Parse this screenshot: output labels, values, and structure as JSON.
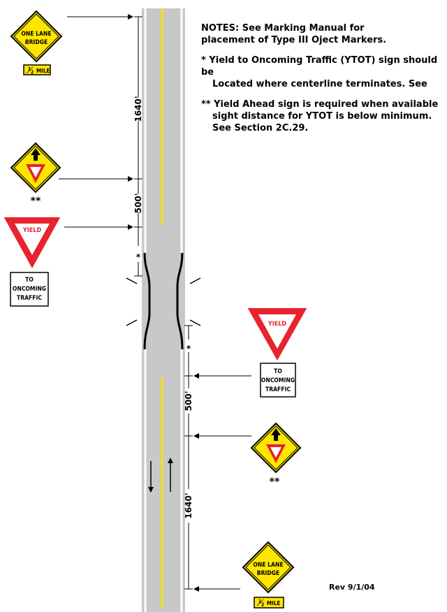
{
  "notes": {
    "line1": "NOTES: See Marking Manual for",
    "line2": "placement of Type III Oject Markers.",
    "ytot_line1": "* Yield to Oncoming Traffic (YTOT) sign should be",
    "ytot_line2": "Located where centerline terminates. See",
    "ahead_line1": "** Yield Ahead sign is required when available",
    "ahead_line2": "sight distance for  YTOT is below minimum.",
    "ahead_line3": "See Section 2C.29."
  },
  "revision": "Rev 9/1/04",
  "signs": {
    "one_lane_line1": "ONE LANE",
    "one_lane_line2": "BRIDGE",
    "half_mile_num": "1",
    "half_mile_den": "2",
    "half_mile_unit": "MILE",
    "yield": "YIELD",
    "oncoming_line1": "TO",
    "oncoming_line2": "ONCOMING",
    "oncoming_line3": "TRAFFIC",
    "double_star": "**"
  },
  "dimensions": {
    "upper_1640": "1640'",
    "upper_500": "500'",
    "upper_star": "*",
    "lower_star": "*",
    "lower_500": "500'",
    "lower_1640": "1640'"
  },
  "colors": {
    "pavement": "#c8c8c8",
    "centerline": "#f2e600",
    "sign_yellow": "#ffe600",
    "yield_red": "#e8222e"
  }
}
